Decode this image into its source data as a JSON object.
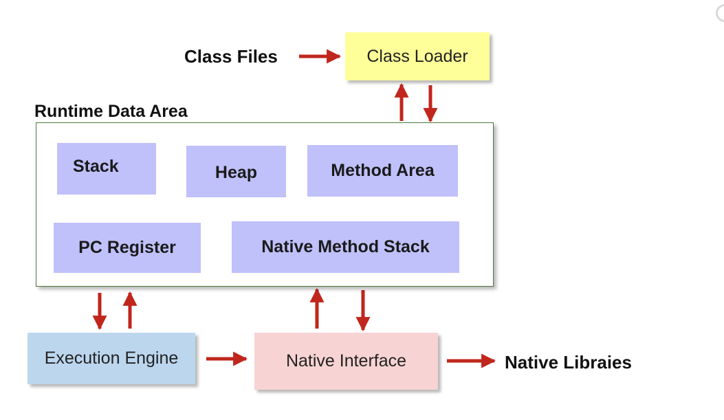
{
  "diagram": {
    "class_files": "Class Files",
    "class_loader": "Class Loader",
    "runtime_title": "Runtime Data Area",
    "areas": {
      "stack": "Stack",
      "heap": "Heap",
      "method_area": "Method Area",
      "pc_register": "PC Register",
      "native_method_stack": "Native Method Stack"
    },
    "execution_engine": "Execution Engine",
    "native_interface": "Native Interface",
    "native_libraries": "Native Libraies"
  },
  "colors": {
    "arrow": "#c0261c",
    "class_loader_fill": "#ffff99",
    "area_fill": "#c0c0fb",
    "execution_engine_fill": "#bcd6ee",
    "native_interface_fill": "#f7d3d3",
    "container_border": "#4c7a3a"
  }
}
